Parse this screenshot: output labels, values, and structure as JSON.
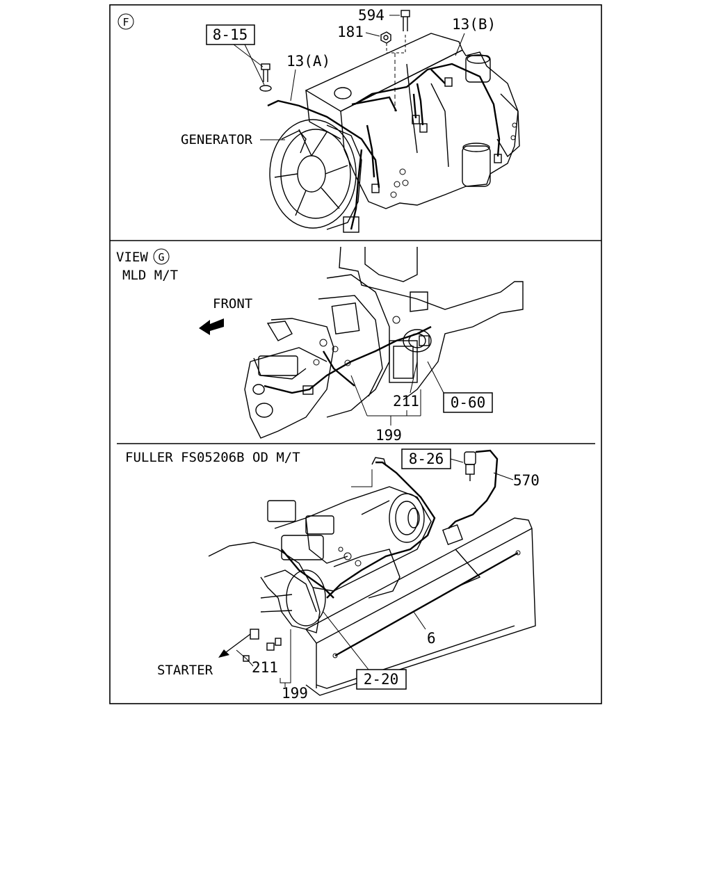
{
  "panels": [
    {
      "id": "F",
      "badge": "F",
      "labels": {
        "generator": "GENERATOR",
        "p594": "594",
        "p181": "181",
        "p13a": "13(A)",
        "p13b": "13(B)"
      },
      "ref_boxes": [
        "8-15"
      ]
    },
    {
      "id": "G",
      "view_text": "VIEW",
      "badge": "G",
      "subtitle": "MLD M/T",
      "labels": {
        "front": "FRONT",
        "p211": "211",
        "p199": "199"
      },
      "ref_boxes": [
        "0-60"
      ]
    },
    {
      "id": "fuller",
      "title": "FULLER FS05206B OD M/T",
      "labels": {
        "p570": "570",
        "p6": "6",
        "starter": "STARTER",
        "p211": "211",
        "p199": "199"
      },
      "ref_boxes": [
        "8-26",
        "2-20"
      ]
    }
  ]
}
